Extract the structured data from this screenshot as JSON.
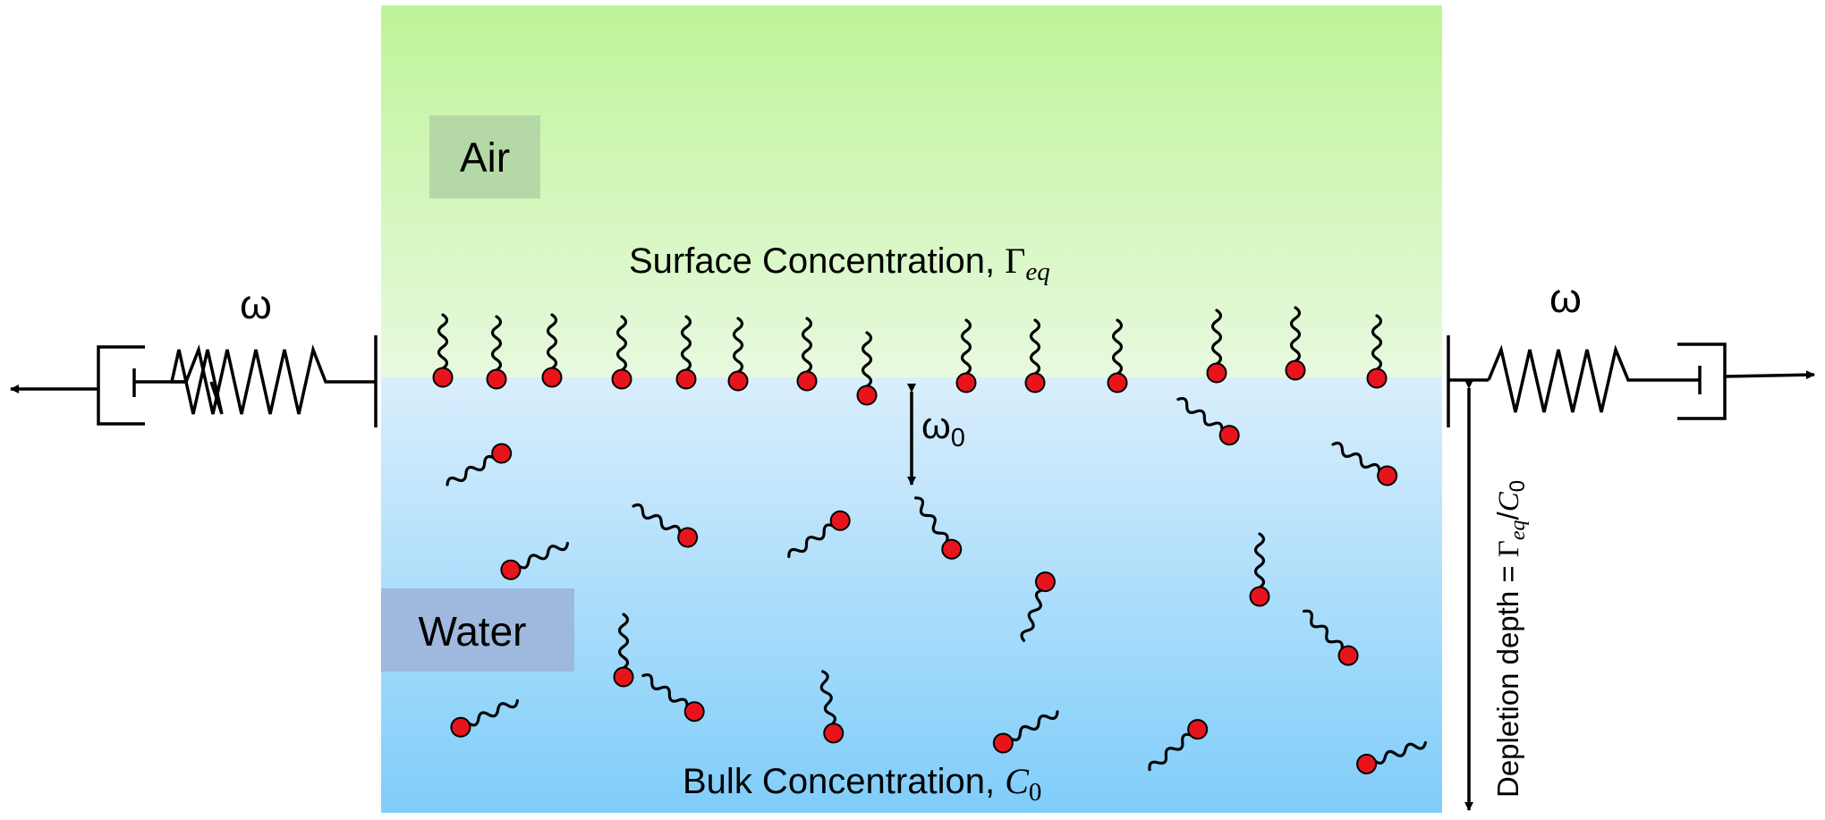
{
  "labels": {
    "air": "Air",
    "water": "Water",
    "surface_text": "Surface Concentration, ",
    "surface_symbol": "Γ",
    "surface_subscript": "eq",
    "bulk_text": "Bulk Concentration, ",
    "bulk_symbol": "C",
    "bulk_subscript": "0",
    "omega_left": "ω",
    "omega_right": "ω",
    "omega0_symbol": "ω",
    "omega0_subscript": "0",
    "depth_text": "Depletion depth = ",
    "depth_symbol": "Γ",
    "depth_sub1": "eq",
    "depth_slash": "/",
    "depth_symbol2": "C",
    "depth_sub2": "0"
  },
  "colors": {
    "air_top": "#bef498",
    "air_bottom": "#e8f9df",
    "water_top": "#d9eefc",
    "water_bottom": "#7fcdfa",
    "air_label_bg": "#b5d9a6",
    "water_label_bg": "#9fb8de",
    "molecule_head": "#e8141c",
    "ink": "#000000"
  }
}
